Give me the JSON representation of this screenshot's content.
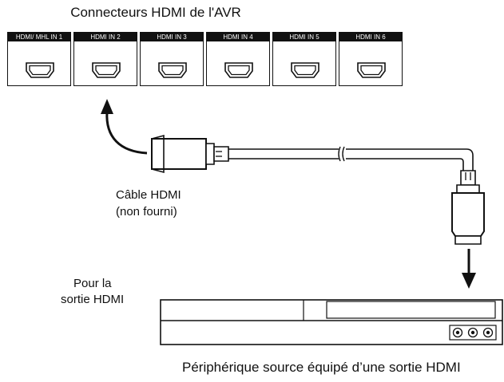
{
  "title": "Connecteurs HDMI de l'AVR",
  "ports": [
    {
      "label": "HDMI/ MHL IN 1"
    },
    {
      "label": "HDMI IN 2"
    },
    {
      "label": "HDMI IN 3"
    },
    {
      "label": "HDMI IN 4"
    },
    {
      "label": "HDMI IN 5"
    },
    {
      "label": "HDMI IN 6"
    }
  ],
  "cable": {
    "line1": "Câble HDMI",
    "line2": "(non fourni)"
  },
  "output": {
    "line1": "Pour la",
    "line2": "sortie HDMI"
  },
  "device_caption": "Périphérique source équipé d’une sortie HDMI"
}
